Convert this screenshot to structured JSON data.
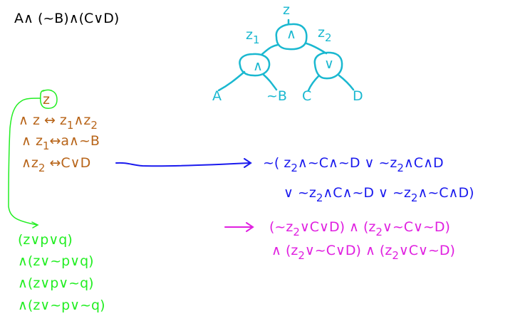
{
  "formula": {
    "text": "A∧ (~B)∧(C∨D)",
    "color": "#000000"
  },
  "parse_tree": {
    "color": "#1ab8d0",
    "root_label": "z",
    "nodes": [
      {
        "id": "root",
        "op": "∧",
        "label": "z"
      },
      {
        "id": "left",
        "op": "∧",
        "label_base": "z",
        "label_sub": "1"
      },
      {
        "id": "right",
        "op": "∨",
        "label_base": "z",
        "label_sub": "2"
      }
    ],
    "leaves": [
      "A",
      "~B",
      "C",
      "D"
    ]
  },
  "clauses": {
    "color": "#b8651a",
    "start": "z",
    "line1": {
      "prefix": "∧ z ↔ z",
      "sub1": "1",
      "mid": "∧z",
      "sub2": "2"
    },
    "line2": {
      "prefix": "∧ z",
      "sub1": "1",
      "rest": "↔a∧~B"
    },
    "line3": {
      "prefix": "∧z",
      "sub1": "2",
      "rest": " ↔C∨D"
    }
  },
  "expansion": {
    "color": "#1a1aee",
    "arrow": "→",
    "line1": {
      "p1": "~( z",
      "s1": "2",
      "p2": "∧~C∧~D ∨ ~z",
      "s2": "2",
      "p3": "∧C∧D"
    },
    "line2": {
      "p1": "∨ ~z",
      "s1": "2",
      "p2": "∧C∧~D ∨ ~z",
      "s2": "2",
      "p3": "∧~C∧D)"
    }
  },
  "cnf": {
    "color": "#e020e0",
    "arrow": "→",
    "line1": {
      "p1": "(~z",
      "s1": "2",
      "p2": "∨C∨D) ∧ (z",
      "s2": "2",
      "p3": "∨~C∨~D)"
    },
    "line2": {
      "p1": "∧ (z",
      "s1": "2",
      "p2": "∨~C∨D) ∧ (z",
      "s2": "2",
      "p3": "∨C∨~D)"
    }
  },
  "unit_clause_expansion": {
    "color": "#22ee22",
    "lines": [
      "(z∨p∨q)",
      "∧(z∨~p∨q)",
      "∧(z∨p∨~q)",
      "∧(z∨~p∨~q)"
    ]
  }
}
